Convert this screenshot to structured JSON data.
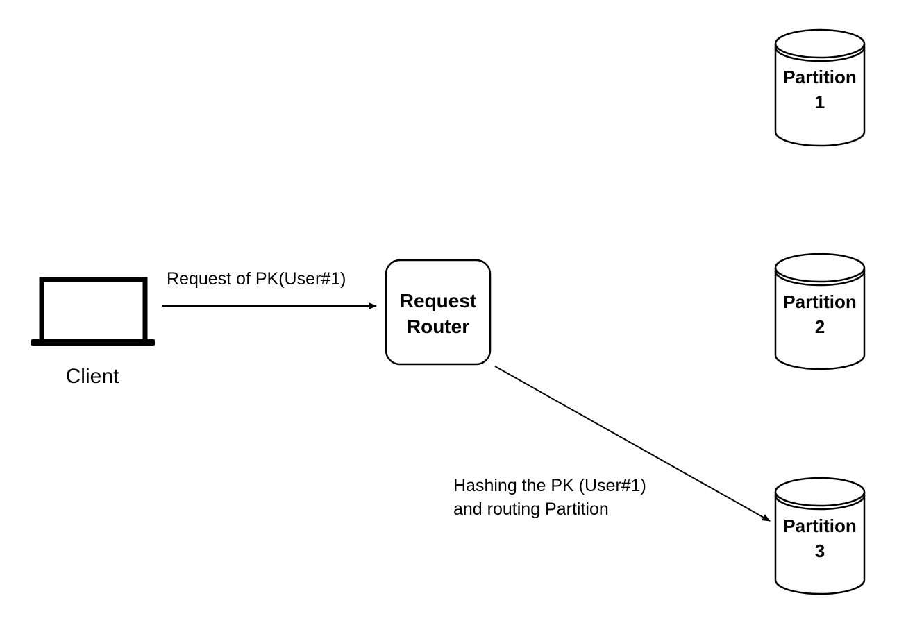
{
  "client": {
    "label": "Client",
    "icon": "laptop-icon"
  },
  "request_router": {
    "line1": "Request",
    "line2": "Router"
  },
  "edges": {
    "client_to_router": "Request of PK(User#1)",
    "router_to_partition_line1": "Hashing the PK (User#1)",
    "router_to_partition_line2": "and routing Partition"
  },
  "partitions": [
    {
      "line1": "Partition",
      "line2": "1",
      "icon": "database-icon"
    },
    {
      "line1": "Partition",
      "line2": "2",
      "icon": "database-icon"
    },
    {
      "line1": "Partition",
      "line2": "3",
      "icon": "database-icon"
    }
  ],
  "colors": {
    "stroke": "#000000",
    "background": "#ffffff"
  }
}
